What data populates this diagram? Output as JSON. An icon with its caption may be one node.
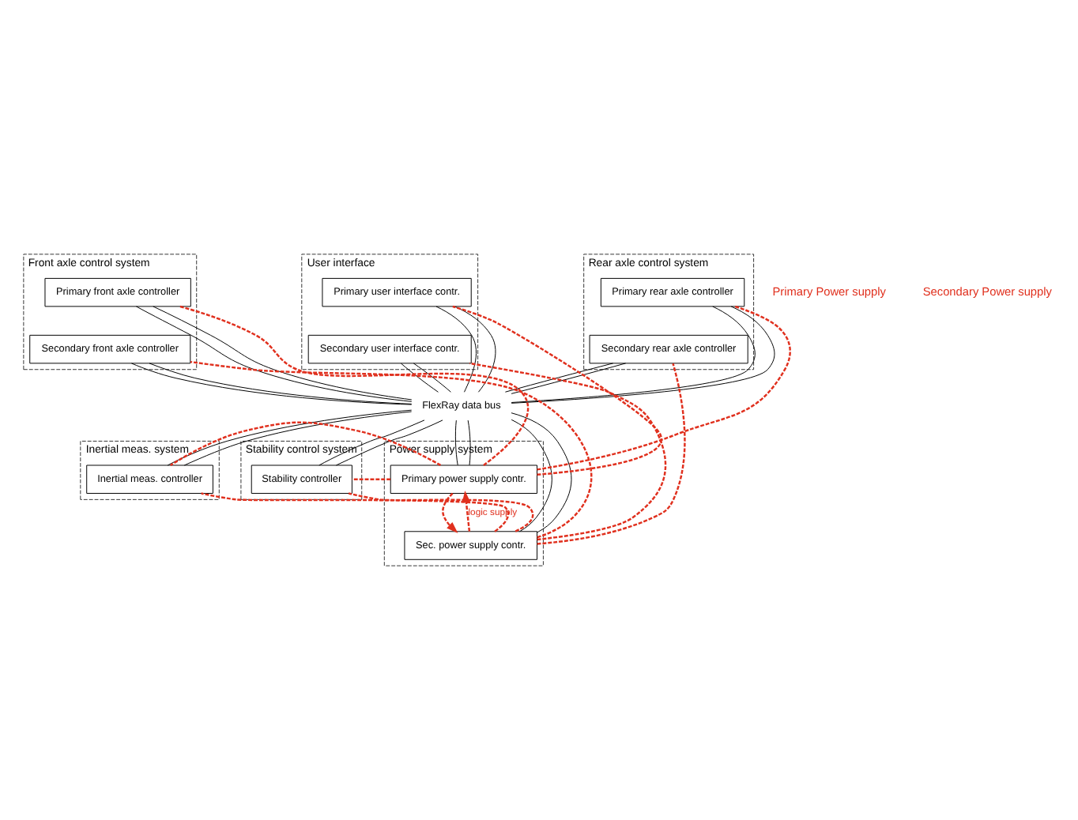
{
  "diagram": {
    "nodes": [
      {
        "text": [
          "Front axle control system"
        ]
      },
      {
        "text": [
          "Primary front axle controller"
        ],
        "in": 0
      },
      {
        "text": [
          "Secondary front axle controller"
        ],
        "in": 0
      },
      {
        "text": [
          "User interface"
        ]
      },
      {
        "text": [
          "Primary user interface contr."
        ],
        "in": 3
      },
      {
        "text": [
          "Secondary user interface contr."
        ],
        "in": 3
      },
      {
        "text": [
          "Rear axle control system"
        ]
      },
      {
        "text": [
          "Primary rear axle controller"
        ],
        "in": 6
      },
      {
        "text": [
          "Secondary rear axle controller"
        ],
        "in": 6
      },
      {
        "text": [
          "FlexRay data bus"
        ]
      },
      {
        "text": [
          "Inertial meas. system"
        ]
      },
      {
        "text": [
          "Inertial meas. controller"
        ],
        "in": 10
      },
      {
        "text": [
          "Stability control system"
        ]
      },
      {
        "text": [
          "Stability controller"
        ],
        "in": 12
      },
      {
        "text": [
          "Power supply system"
        ]
      },
      {
        "text": [
          "Primary power supply contr."
        ],
        "in": 14
      },
      {
        "text": [
          "Sec. power supply contr."
        ],
        "in": 14
      }
    ],
    "edges": [
      {
        "from": 1,
        "to": 9,
        "arrow": "none"
      },
      {
        "from": 1,
        "to": 9,
        "arrow": "none"
      },
      {
        "from": 2,
        "to": 9,
        "arrow": "none"
      },
      {
        "from": 2,
        "to": 9,
        "arrow": "none"
      },
      {
        "from": 4,
        "to": 9,
        "arrow": "none"
      },
      {
        "from": 4,
        "to": 9,
        "arrow": "none"
      },
      {
        "from": 5,
        "to": 9,
        "arrow": "none"
      },
      {
        "from": 5,
        "to": 9,
        "arrow": "none"
      },
      {
        "from": 7,
        "to": 9,
        "arrow": "none"
      },
      {
        "from": 7,
        "to": 9,
        "arrow": "none"
      },
      {
        "from": 8,
        "to": 9,
        "arrow": "none"
      },
      {
        "from": 8,
        "to": 9,
        "arrow": "none"
      },
      {
        "from": 11,
        "to": 9,
        "arrow": "none"
      },
      {
        "from": 11,
        "to": 9,
        "arrow": "none"
      },
      {
        "from": 13,
        "to": 9,
        "arrow": "none"
      },
      {
        "from": 13,
        "to": 9,
        "arrow": "none"
      },
      {
        "from": 15,
        "to": 9,
        "arrow": "none"
      },
      {
        "from": 15,
        "to": 9,
        "arrow": "none"
      },
      {
        "from": 16,
        "to": 9,
        "arrow": "none"
      },
      {
        "from": 16,
        "to": 9,
        "arrow": "none"
      },
      {
        "from": 15,
        "to": 1,
        "arrow": "none",
        "style": "dashed",
        "color": "#e0301e"
      },
      {
        "from": 15,
        "to": 4,
        "arrow": "none",
        "style": "dashed",
        "color": "#e0301e"
      },
      {
        "from": 15,
        "to": 7,
        "arrow": "none",
        "style": "dashed",
        "color": "#e0301e"
      },
      {
        "from": 15,
        "to": 11,
        "arrow": "none",
        "style": "dashed",
        "color": "#e0301e"
      },
      {
        "from": 15,
        "to": 13,
        "arrow": "none",
        "style": "dashed",
        "color": "#e0301e"
      },
      {
        "from": 16,
        "to": 2,
        "arrow": "none",
        "style": "dashed",
        "color": "#e0301e"
      },
      {
        "from": 16,
        "to": 5,
        "arrow": "none",
        "style": "dashed",
        "color": "#e0301e"
      },
      {
        "from": 16,
        "to": 8,
        "arrow": "none",
        "style": "dashed",
        "color": "#e0301e"
      },
      {
        "from": 16,
        "to": 11,
        "arrow": "none",
        "style": "dashed",
        "color": "#e0301e"
      },
      {
        "from": 16,
        "to": 13,
        "arrow": "none",
        "style": "dashed",
        "color": "#e0301e"
      },
      {
        "from": 16,
        "to": 15,
        "arrow": "to",
        "label": "logic supply",
        "style": "dashed",
        "color": "#e0301e"
      },
      {
        "from": 15,
        "to": 16,
        "arrow": "to",
        "style": "dashed",
        "color": "#e0301e"
      }
    ],
    "labels": [
      "Primary Power supply",
      "Secondary Power supply"
    ]
  }
}
